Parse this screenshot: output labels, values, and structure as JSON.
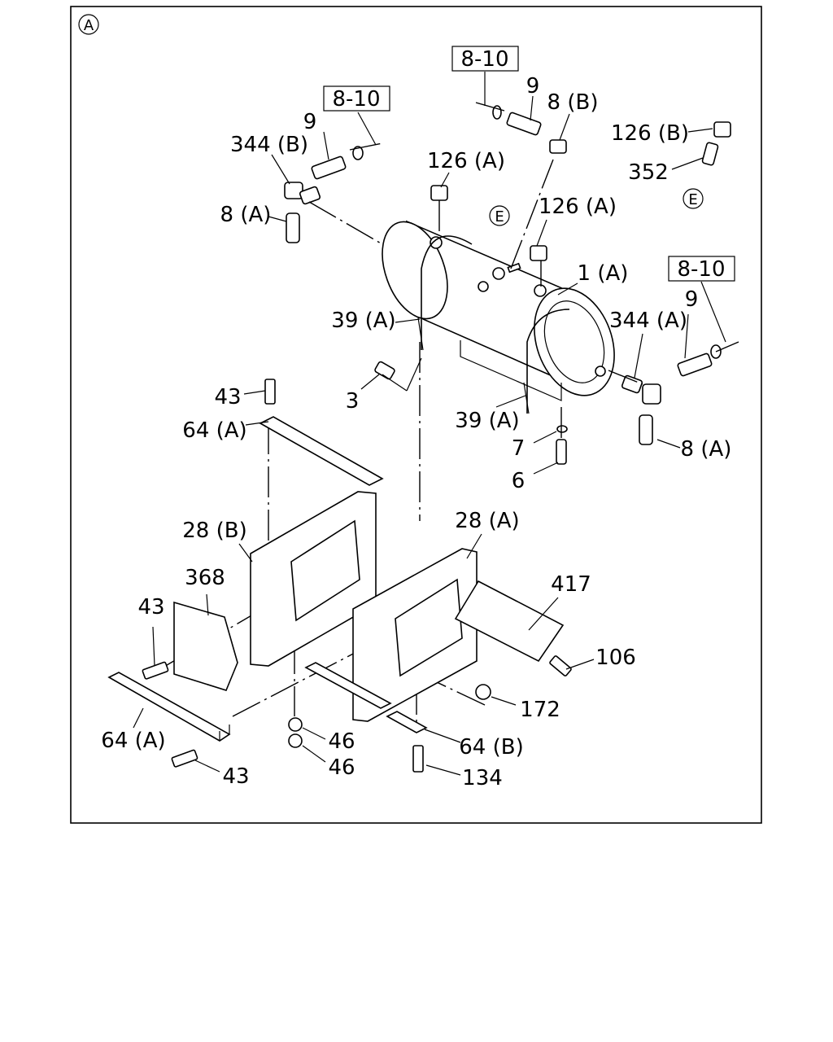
{
  "view_marker": "A",
  "connection_marker": "E",
  "references": [
    "8-10",
    "8-10",
    "8-10"
  ],
  "labels": [
    "9",
    "344 (B)",
    "8 (A)",
    "9",
    "8 (B)",
    "126 (B)",
    "352",
    "126 (A)",
    "126 (A)",
    "1 (A)",
    "9",
    "344 (A)",
    "39 (A)",
    "3",
    "39 (A)",
    "7",
    "6",
    "8 (A)",
    "43",
    "64 (A)",
    "28 (B)",
    "368",
    "43",
    "28 (A)",
    "417",
    "106",
    "172",
    "64 (A)",
    "46",
    "46",
    "43",
    "64 (B)",
    "134"
  ]
}
